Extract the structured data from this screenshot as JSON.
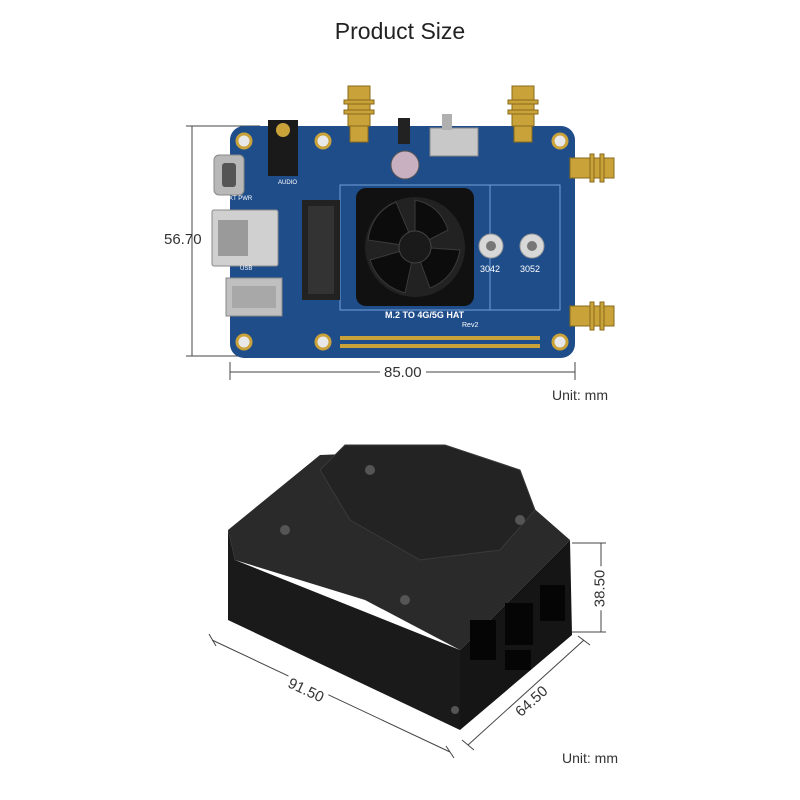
{
  "title": "Product Size",
  "board": {
    "height_dim": "56.70",
    "width_dim": "85.00",
    "unit": "Unit: mm",
    "label": "M.2 TO 4G/5G HAT",
    "rev": "Rev2",
    "mark_3042": "3042",
    "mark_3052": "3052",
    "usb_label": "USB",
    "audio_label": "AUDIO",
    "ext_pwr_label": "EXT PWR",
    "colors": {
      "pcb": "#1f4d8a",
      "pcb_dark": "#163a6a",
      "gold": "#c9a23a",
      "fan": "#111111"
    }
  },
  "case": {
    "height_dim": "38.50",
    "length_dim": "91.50",
    "depth_dim": "64.50",
    "unit": "Unit: mm",
    "colors": {
      "metal_top": "#2a2a2a",
      "metal_front": "#1a1a1a",
      "metal_side": "#222222"
    }
  }
}
